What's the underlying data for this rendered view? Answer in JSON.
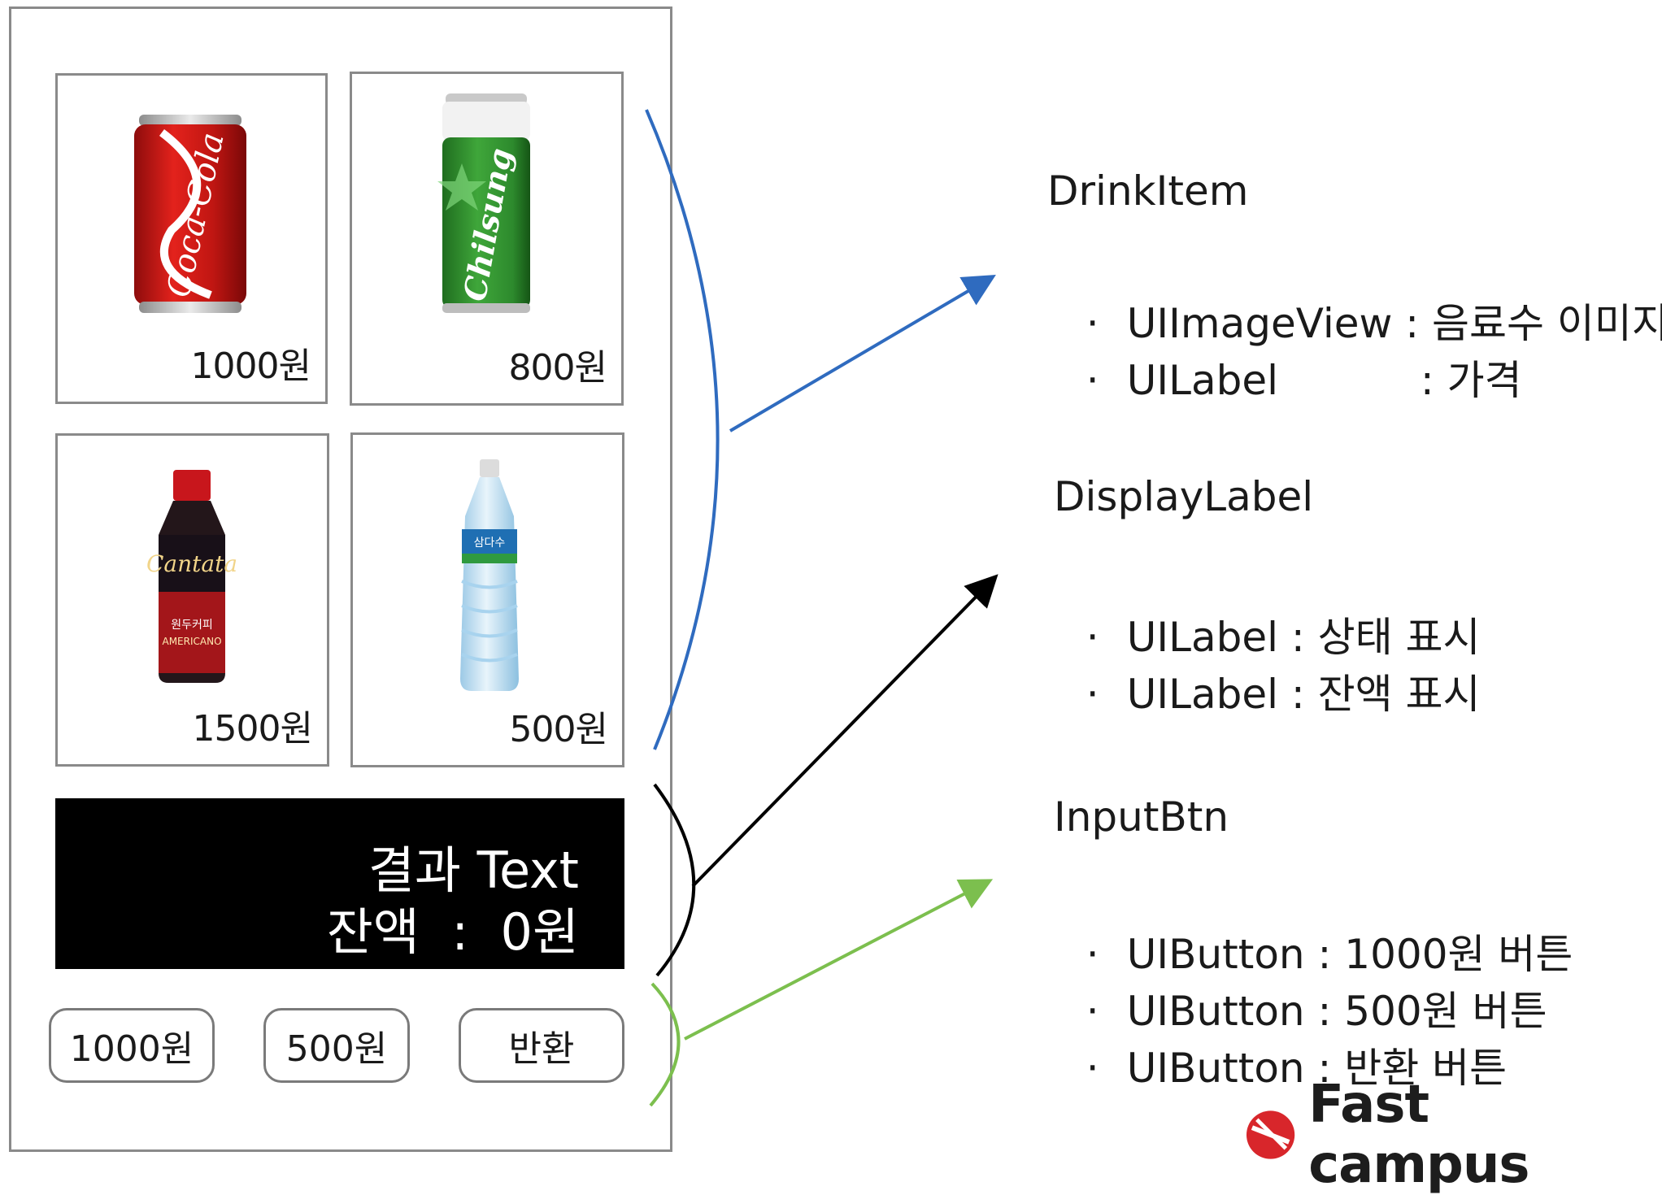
{
  "drinks": [
    {
      "name": "coca-cola-can",
      "price": "1000원"
    },
    {
      "name": "chilsung-cider-can",
      "price": "800원"
    },
    {
      "name": "cantata-coffee-bottle",
      "price": "1500원"
    },
    {
      "name": "samdasoo-water-bottle",
      "price": "500원"
    }
  ],
  "display": {
    "result": "결과 Text",
    "balance": "잔액  :  0원"
  },
  "buttons": {
    "b1000": "1000원",
    "b500": "500원",
    "refund": "반환"
  },
  "sections": {
    "drink_item": {
      "title": "DrinkItem",
      "lines": [
        "UIImageView : 음료수 이미지",
        "UILabel           : 가격"
      ]
    },
    "display_label": {
      "title": "DisplayLabel",
      "lines": [
        "UILabel : 상태 표시",
        "UILabel : 잔액 표시"
      ]
    },
    "input_btn": {
      "title": "InputBtn",
      "lines": [
        "UIButton : 1000원 버튼",
        "UIButton : 500원 버튼",
        "UIButton : 반환 버튼"
      ]
    }
  },
  "bullet_char": "·",
  "logo": {
    "text": "Fast campus"
  },
  "colors": {
    "drink_connector": "#2f6bbf",
    "display_connector": "#000000",
    "button_connector": "#7cbf4e"
  }
}
